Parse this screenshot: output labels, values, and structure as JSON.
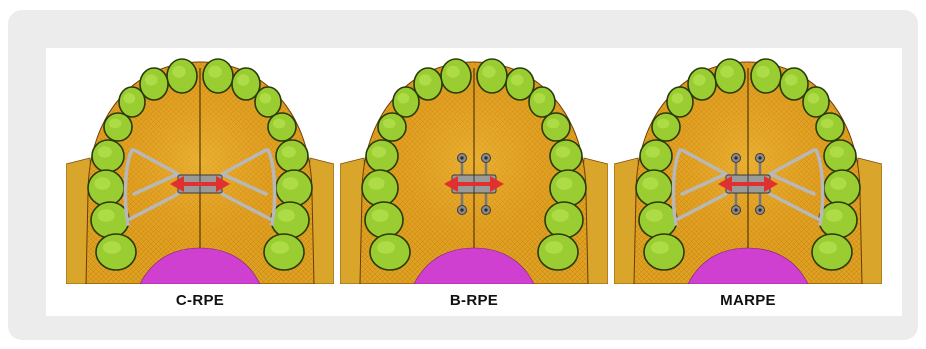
{
  "figure": {
    "panels": [
      {
        "label": "C-RPE",
        "appliance": "tooth-borne"
      },
      {
        "label": "B-RPE",
        "appliance": "bone-borne"
      },
      {
        "label": "MARPE",
        "appliance": "hybrid"
      }
    ]
  },
  "colors": {
    "teeth": "#9acd32",
    "palate": "#e0a020",
    "soft_palate": "#d040d0",
    "expansion_arrow": "#e03030",
    "appliance": "#b8b8b8"
  }
}
